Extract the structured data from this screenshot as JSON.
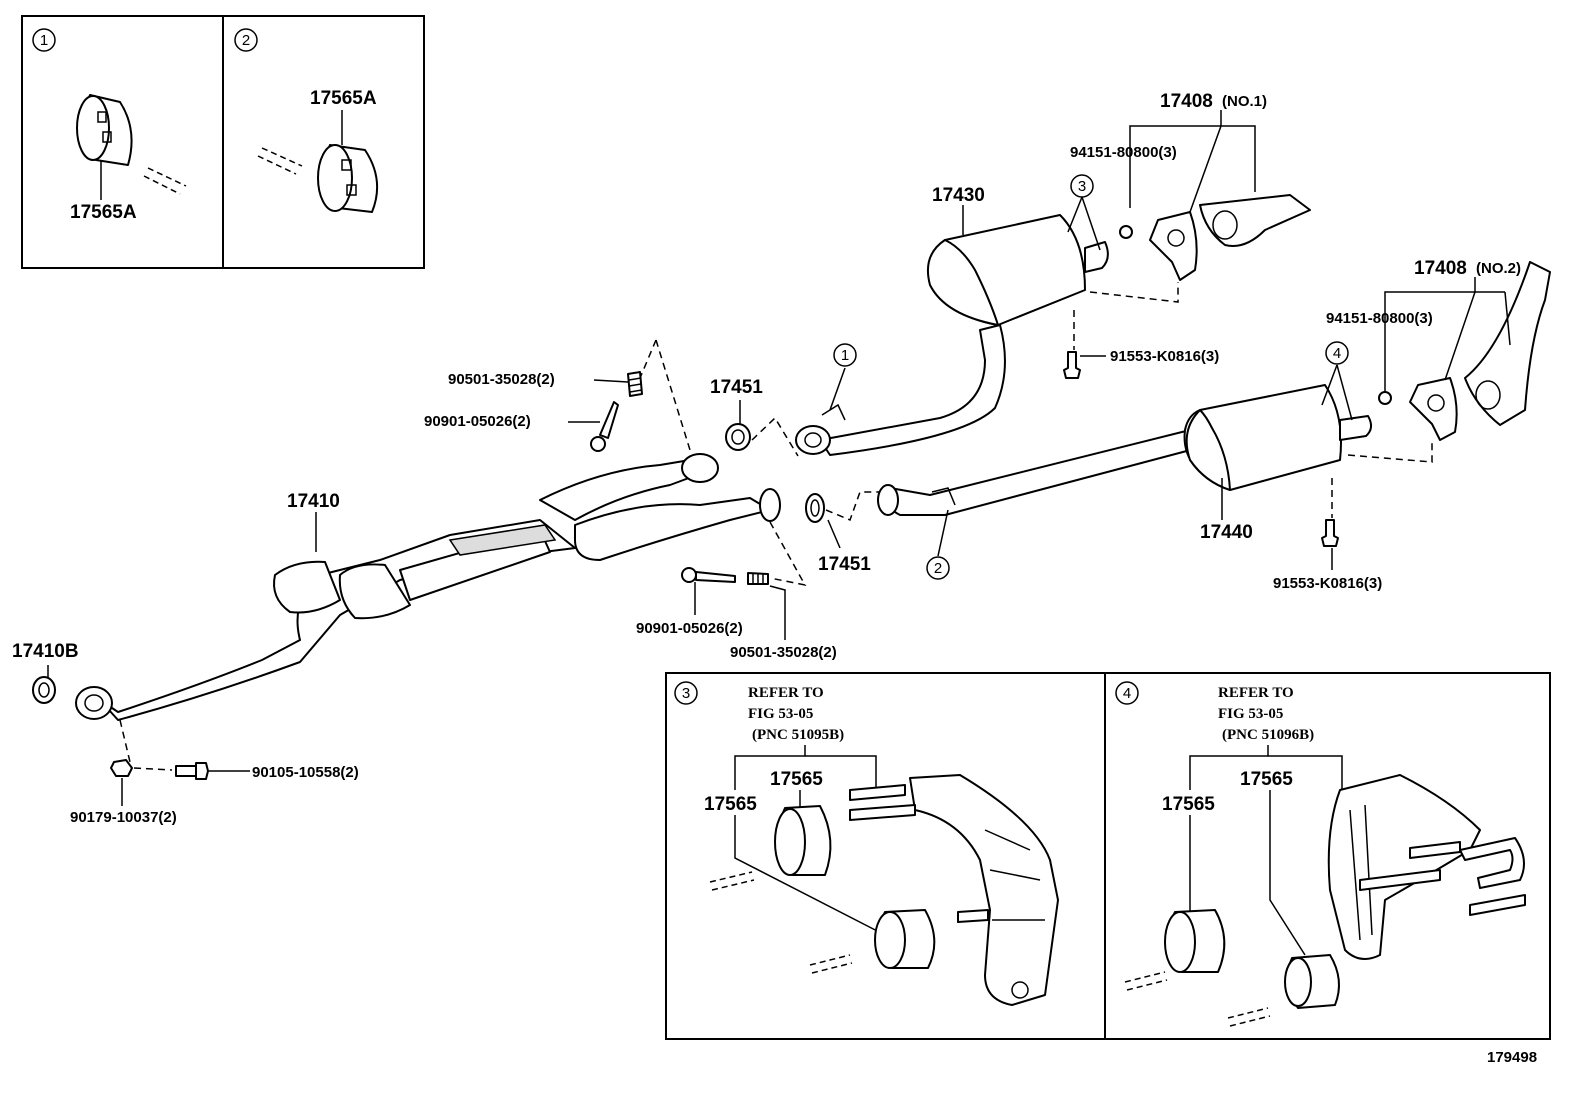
{
  "inset_panels": {
    "p1": {
      "circle": "1",
      "part": "17565A"
    },
    "p2": {
      "circle": "2",
      "part": "17565A"
    }
  },
  "callouts": {
    "c17408_no1_num": "17408",
    "c17408_no1_sfx": "(NO.1)",
    "c94151_a": "94151-80800(3)",
    "c17430": "17430",
    "c3": "3",
    "c17408_no2_num": "17408",
    "c17408_no2_sfx": "(NO.2)",
    "c94151_b": "94151-80800(3)",
    "c91553_a": "91553-K0816(3)",
    "c4": "4",
    "c90501_a": "90501-35028(2)",
    "c90901_a": "90901-05026(2)",
    "c17451_a": "17451",
    "c1": "1",
    "c17410": "17410",
    "c17451_b": "17451",
    "c2": "2",
    "c17440": "17440",
    "c91553_b": "91553-K0816(3)",
    "c17410B": "17410B",
    "c90901_b": "90901-05026(2)",
    "c90501_b": "90501-35028(2)",
    "c90105": "90105-10558(2)",
    "c90179": "90179-10037(2)"
  },
  "detail_panels": {
    "p3": {
      "circle": "3",
      "refer_1": "REFER TO",
      "refer_2": "FIG 53-05",
      "refer_3": "(PNC 51095B)",
      "part_a": "17565",
      "part_b": "17565"
    },
    "p4": {
      "circle": "4",
      "refer_1": "REFER TO",
      "refer_2": "FIG 53-05",
      "refer_3": "(PNC 51096B)",
      "part_a": "17565",
      "part_b": "17565"
    }
  },
  "figure_number": "179498"
}
